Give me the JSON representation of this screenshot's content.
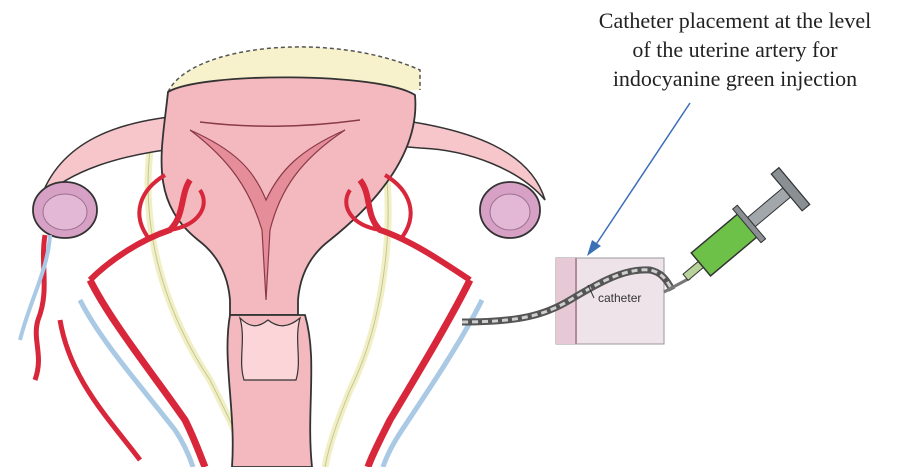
{
  "caption": {
    "lines": [
      "Catheter placement at the level",
      "of the uterine artery for",
      "indocyanine green injection"
    ]
  },
  "inset": {
    "label": "catheter"
  },
  "colors": {
    "uterus_body": "#f3b9bf",
    "uterus_dark": "#e58e9a",
    "artery": "#d8263a",
    "vein_line": "#a9c9e4",
    "ureter": "#f1efc4",
    "ovary": "#d7a1c6",
    "syringe_barrel": "#6dc048",
    "plunger": "#8a8f94",
    "arrow": "#3b6fb6"
  }
}
